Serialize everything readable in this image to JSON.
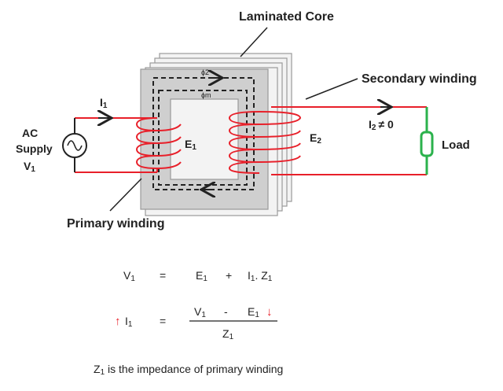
{
  "labels": {
    "laminated_core": "Laminated Core",
    "secondary_winding": "Secondary winding",
    "primary_winding": "Primary winding",
    "ac_supply_line1": "AC",
    "ac_supply_line2": "Supply",
    "v1_symbol": "V",
    "v1_sub": "1",
    "i1_symbol": "I",
    "i1_sub": "1",
    "e1_symbol": "E",
    "e1_sub": "1",
    "e2_symbol": "E",
    "e2_sub": "2",
    "i2_symbol": "I",
    "i2_sub": "2",
    "i2_relation": "≠ 0",
    "phi2": "ϕ2",
    "phim": "ϕm",
    "load": "Load"
  },
  "equations": {
    "eq1_lhs": "V",
    "eq1_lhs_sub": "1",
    "eq1_equals": "=",
    "eq1_term1": "E",
    "eq1_term1_sub": "1",
    "eq1_plus": "+",
    "eq1_term2": "I",
    "eq1_term2_sub": "1",
    "eq1_term2_rest": ". Z",
    "eq1_term2_rest_sub": "1",
    "eq2_up_arrow": "↑",
    "eq2_lhs": "I",
    "eq2_lhs_sub": "1",
    "eq2_equals": "=",
    "eq2_num_v": "V",
    "eq2_num_v_sub": "1",
    "eq2_minus": "-",
    "eq2_num_e": "E",
    "eq2_num_e_sub": "1",
    "eq2_down_arrow": "↓",
    "eq2_den": "Z",
    "eq2_den_sub": "1",
    "note_symbol": "Z",
    "note_sub": "1",
    "note_text": " is the impedance of primary winding"
  },
  "colors": {
    "wire": "#e8202a",
    "load": "#2bb24c",
    "core": "#cfcfcf",
    "core_edge": "#9a9a9a",
    "arrow_red": "#e8202a",
    "ink": "#222222"
  }
}
